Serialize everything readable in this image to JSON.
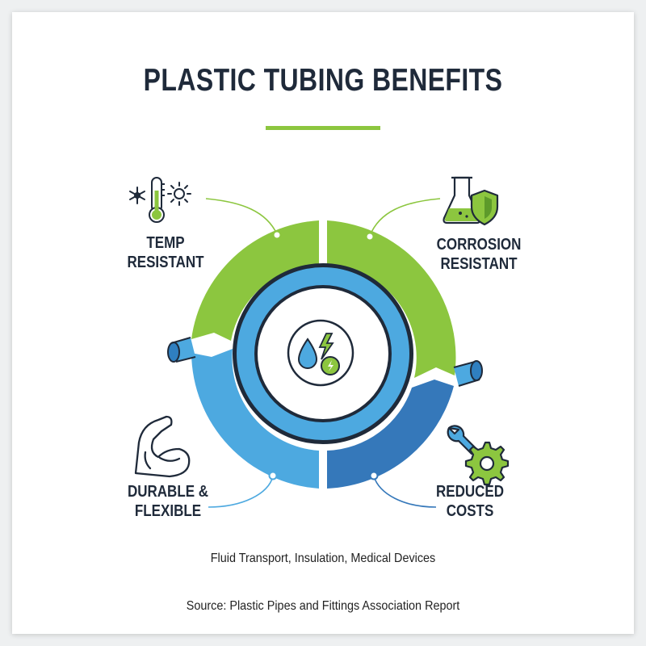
{
  "title": "PLASTIC TUBING BENEFITS",
  "benefits": {
    "temp": {
      "line1": "TEMP",
      "line2": "RESISTANT",
      "icon": "thermometer-snow-sun-icon"
    },
    "corrosion": {
      "line1": "CORROSION",
      "line2": "RESISTANT",
      "icon": "flask-shield-icon"
    },
    "durable": {
      "line1": "DURABLE &",
      "line2": "FLEXIBLE",
      "icon": "flexed-arm-icon"
    },
    "costs": {
      "line1": "REDUCED",
      "line2": "COSTS",
      "icon": "wrench-gear-icon"
    }
  },
  "center_icon": "water-drop-energy-icon",
  "applications": "Fluid Transport, Insulation, Medical Devices",
  "source": "Source: Plastic Pipes and Fittings Association Report",
  "colors": {
    "green": "#8cc63f",
    "light_blue": "#4da9e0",
    "dark_blue": "#3578ba",
    "navy": "#1f2a3a"
  }
}
